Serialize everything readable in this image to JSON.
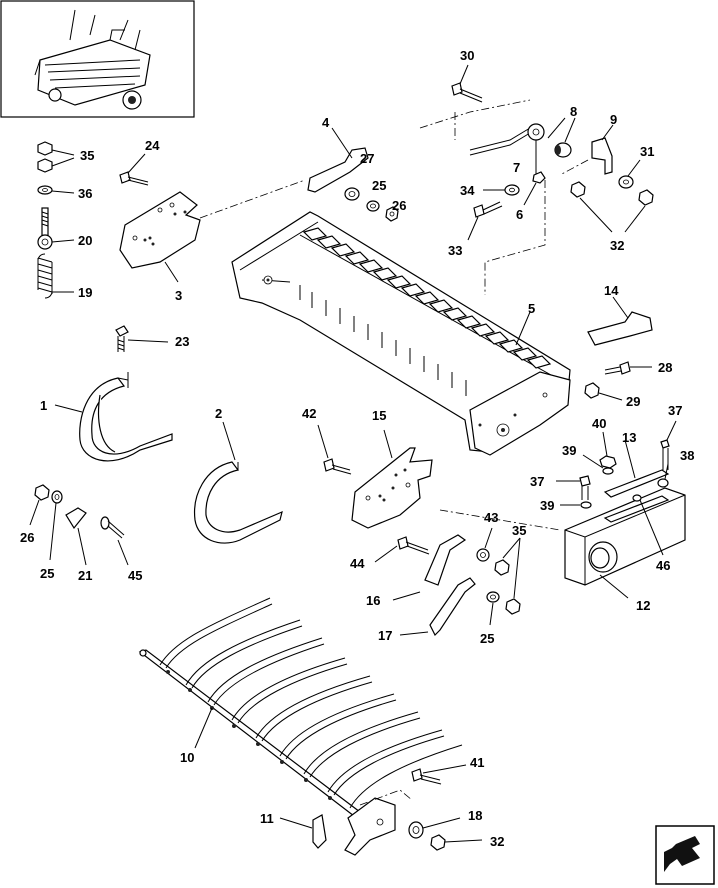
{
  "labels": {
    "p1": "1",
    "p2": "2",
    "p3": "3",
    "p4": "4",
    "p5": "5",
    "p6": "6",
    "p7": "7",
    "p8": "8",
    "p9": "9",
    "p10": "10",
    "p11": "11",
    "p12": "12",
    "p13": "13",
    "p14": "14",
    "p15": "15",
    "p16": "16",
    "p17": "17",
    "p18": "18",
    "p19": "19",
    "p20": "20",
    "p21": "21",
    "p23": "23",
    "p24": "24",
    "p25a": "25",
    "p25b": "25",
    "p25c": "25",
    "p26a": "26",
    "p26b": "26",
    "p27": "27",
    "p28": "28",
    "p29": "29",
    "p30": "30",
    "p31": "31",
    "p32a": "32",
    "p32b": "32",
    "p33": "33",
    "p34": "34",
    "p35a": "35",
    "p35b": "35",
    "p36": "36",
    "p37a": "37",
    "p37b": "37",
    "p38": "38",
    "p39a": "39",
    "p39b": "39",
    "p40": "40",
    "p41": "41",
    "p42": "42",
    "p43": "43",
    "p44": "44",
    "p45": "45",
    "p46": "46"
  },
  "icons": {
    "overview": "machine-overview-thumbnail",
    "next": "next-page-arrow-icon"
  }
}
